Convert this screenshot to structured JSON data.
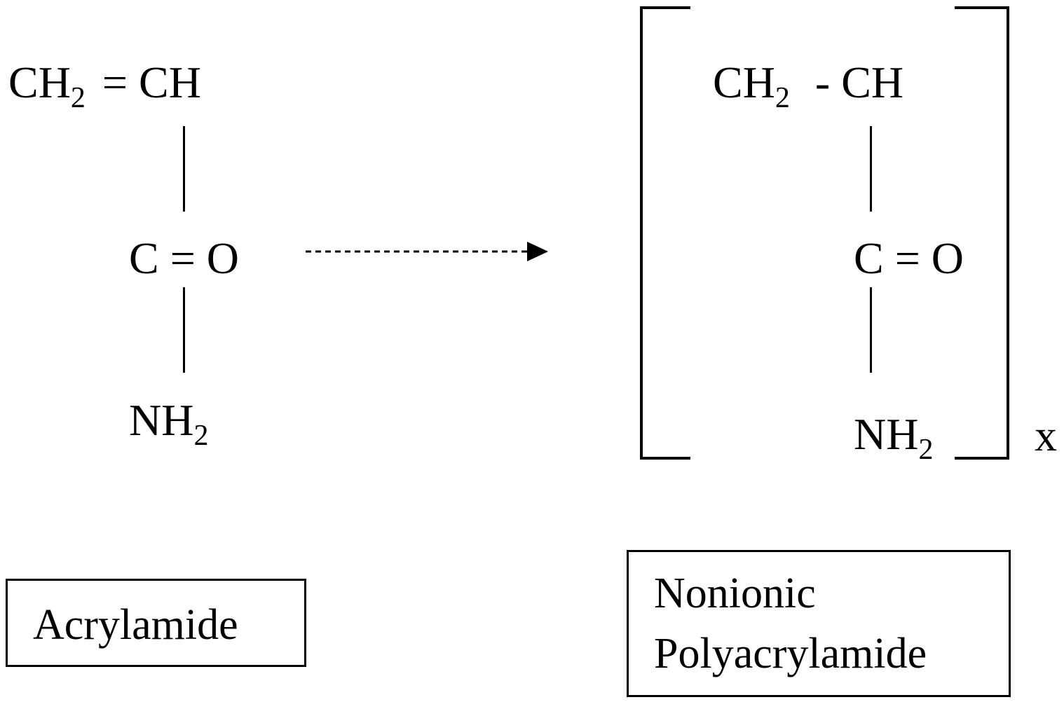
{
  "monomer": {
    "top_left": "CH",
    "top_left_sub": "2",
    "top_right": "= CH",
    "carbonyl": "C = O",
    "amine": "NH",
    "amine_sub": "2",
    "label": "Acrylamide"
  },
  "polymer": {
    "top_left": "CH",
    "top_left_sub": "2",
    "top_right": "- CH",
    "carbonyl": "C = O",
    "amine": "NH",
    "amine_sub": "2",
    "repeat_index": "x",
    "label_line1": "Nonionic",
    "label_line2": "Polyacrylamide"
  }
}
